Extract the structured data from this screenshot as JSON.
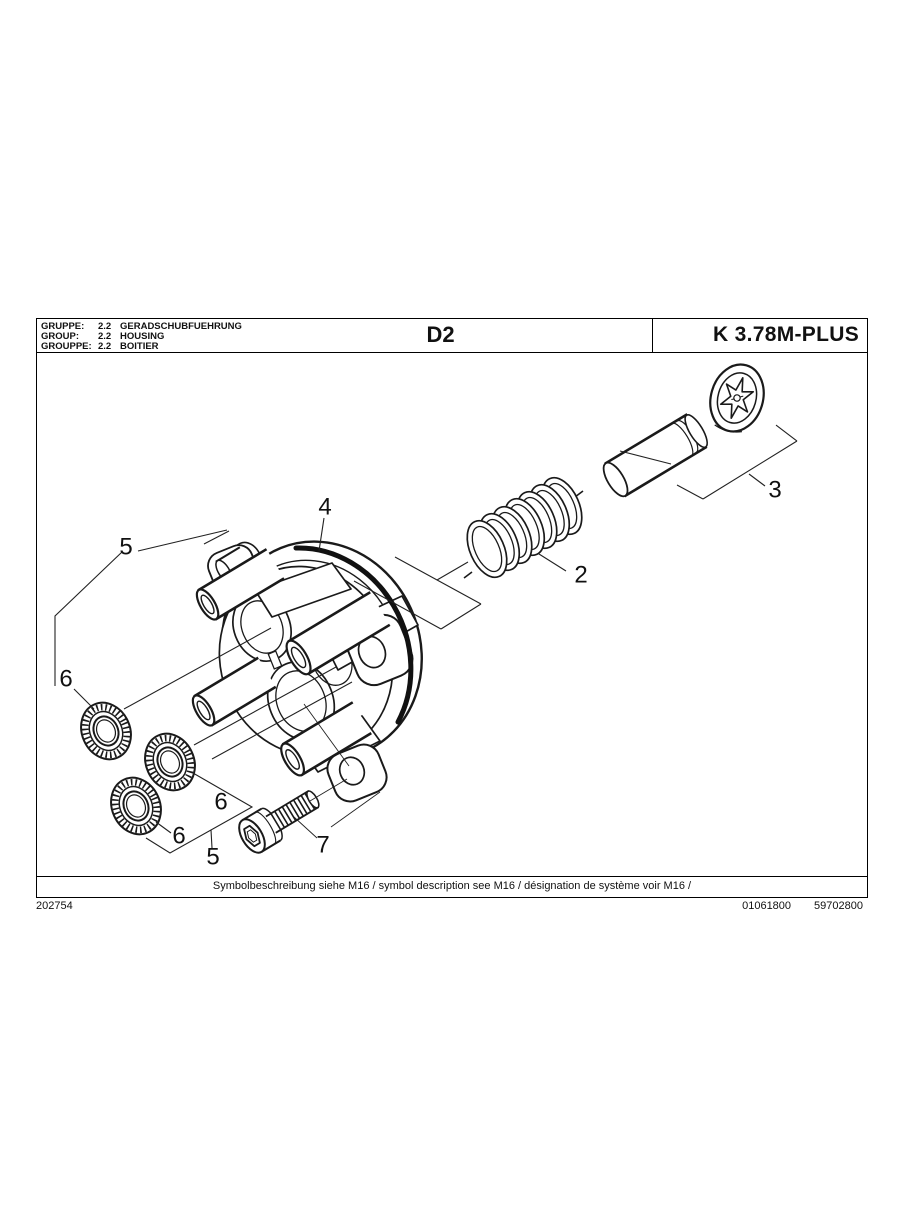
{
  "header": {
    "rows": [
      {
        "label": "GRUPPE:",
        "code": "2.2",
        "name": "GERADSCHUBFUEHRUNG"
      },
      {
        "label": "GROUP:",
        "code": "2.2",
        "name": "HOUSING"
      },
      {
        "label": "GROUPPE:",
        "code": "2.2",
        "name": "BOITIER"
      }
    ],
    "sheet_code": "D2",
    "model": "K 3.78M-PLUS"
  },
  "diagram": {
    "part_labels": {
      "p2": "2",
      "p3": "3",
      "p4": "4",
      "p5a": "5",
      "p5b": "5",
      "p6a": "6",
      "p6b": "6",
      "p6c": "6",
      "p7": "7"
    }
  },
  "symbol_note": "Symbolbeschreibung siehe M16 / symbol description see M16 / désignation de système voir M16 /",
  "footer": {
    "doc_number": "202754",
    "code_left": "01061800",
    "code_right": "59702800"
  },
  "colors": {
    "line": "#1a1a1a",
    "background": "#ffffff"
  }
}
